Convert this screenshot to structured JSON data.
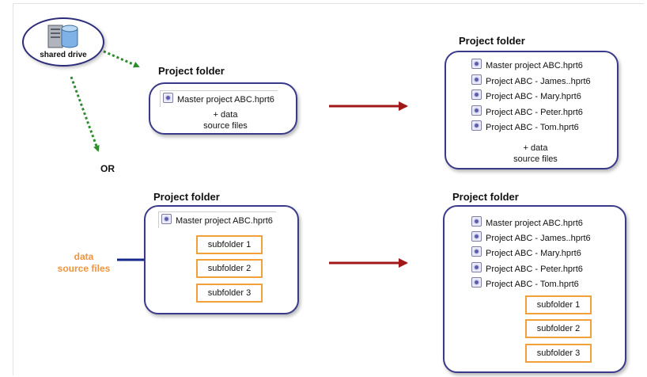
{
  "shared_drive": {
    "label": "shared drive"
  },
  "or_label": "OR",
  "data_source_label": [
    "data",
    "source files"
  ],
  "top_left_folder": {
    "heading": "Project folder",
    "master_file": "Master project ABC.hprt6",
    "note": [
      "+ data",
      "source files"
    ]
  },
  "top_right_folder": {
    "heading": "Project folder",
    "files": [
      "Master project ABC.hprt6",
      "Project ABC - James..hprt6",
      "Project ABC - Mary.hprt6",
      "Project ABC - Peter.hprt6",
      "Project ABC - Tom.hprt6"
    ],
    "note": [
      "+ data",
      "source files"
    ]
  },
  "bottom_left_folder": {
    "heading": "Project folder",
    "master_file": "Master project ABC.hprt6",
    "subfolders": [
      "subfolder 1",
      "subfolder 2",
      "subfolder 3"
    ]
  },
  "bottom_right_folder": {
    "heading": "Project folder",
    "files": [
      "Master project ABC.hprt6",
      "Project ABC - James..hprt6",
      "Project ABC - Mary.hprt6",
      "Project ABC - Peter.hprt6",
      "Project ABC - Tom.hprt6"
    ],
    "subfolders": [
      "subfolder 1",
      "subfolder 2",
      "subfolder 3"
    ]
  },
  "colors": {
    "dotted_arrow": "#2e8b2e",
    "red_arrow": "#a01818",
    "blue_arrow": "#1a2a8a",
    "data_label": "#f0943c",
    "box_border": "#3a3a8a",
    "subfolder_border": "#f2a03a"
  },
  "icons": {
    "drive": "server-database-icon",
    "file": "hprt6-file-icon"
  }
}
